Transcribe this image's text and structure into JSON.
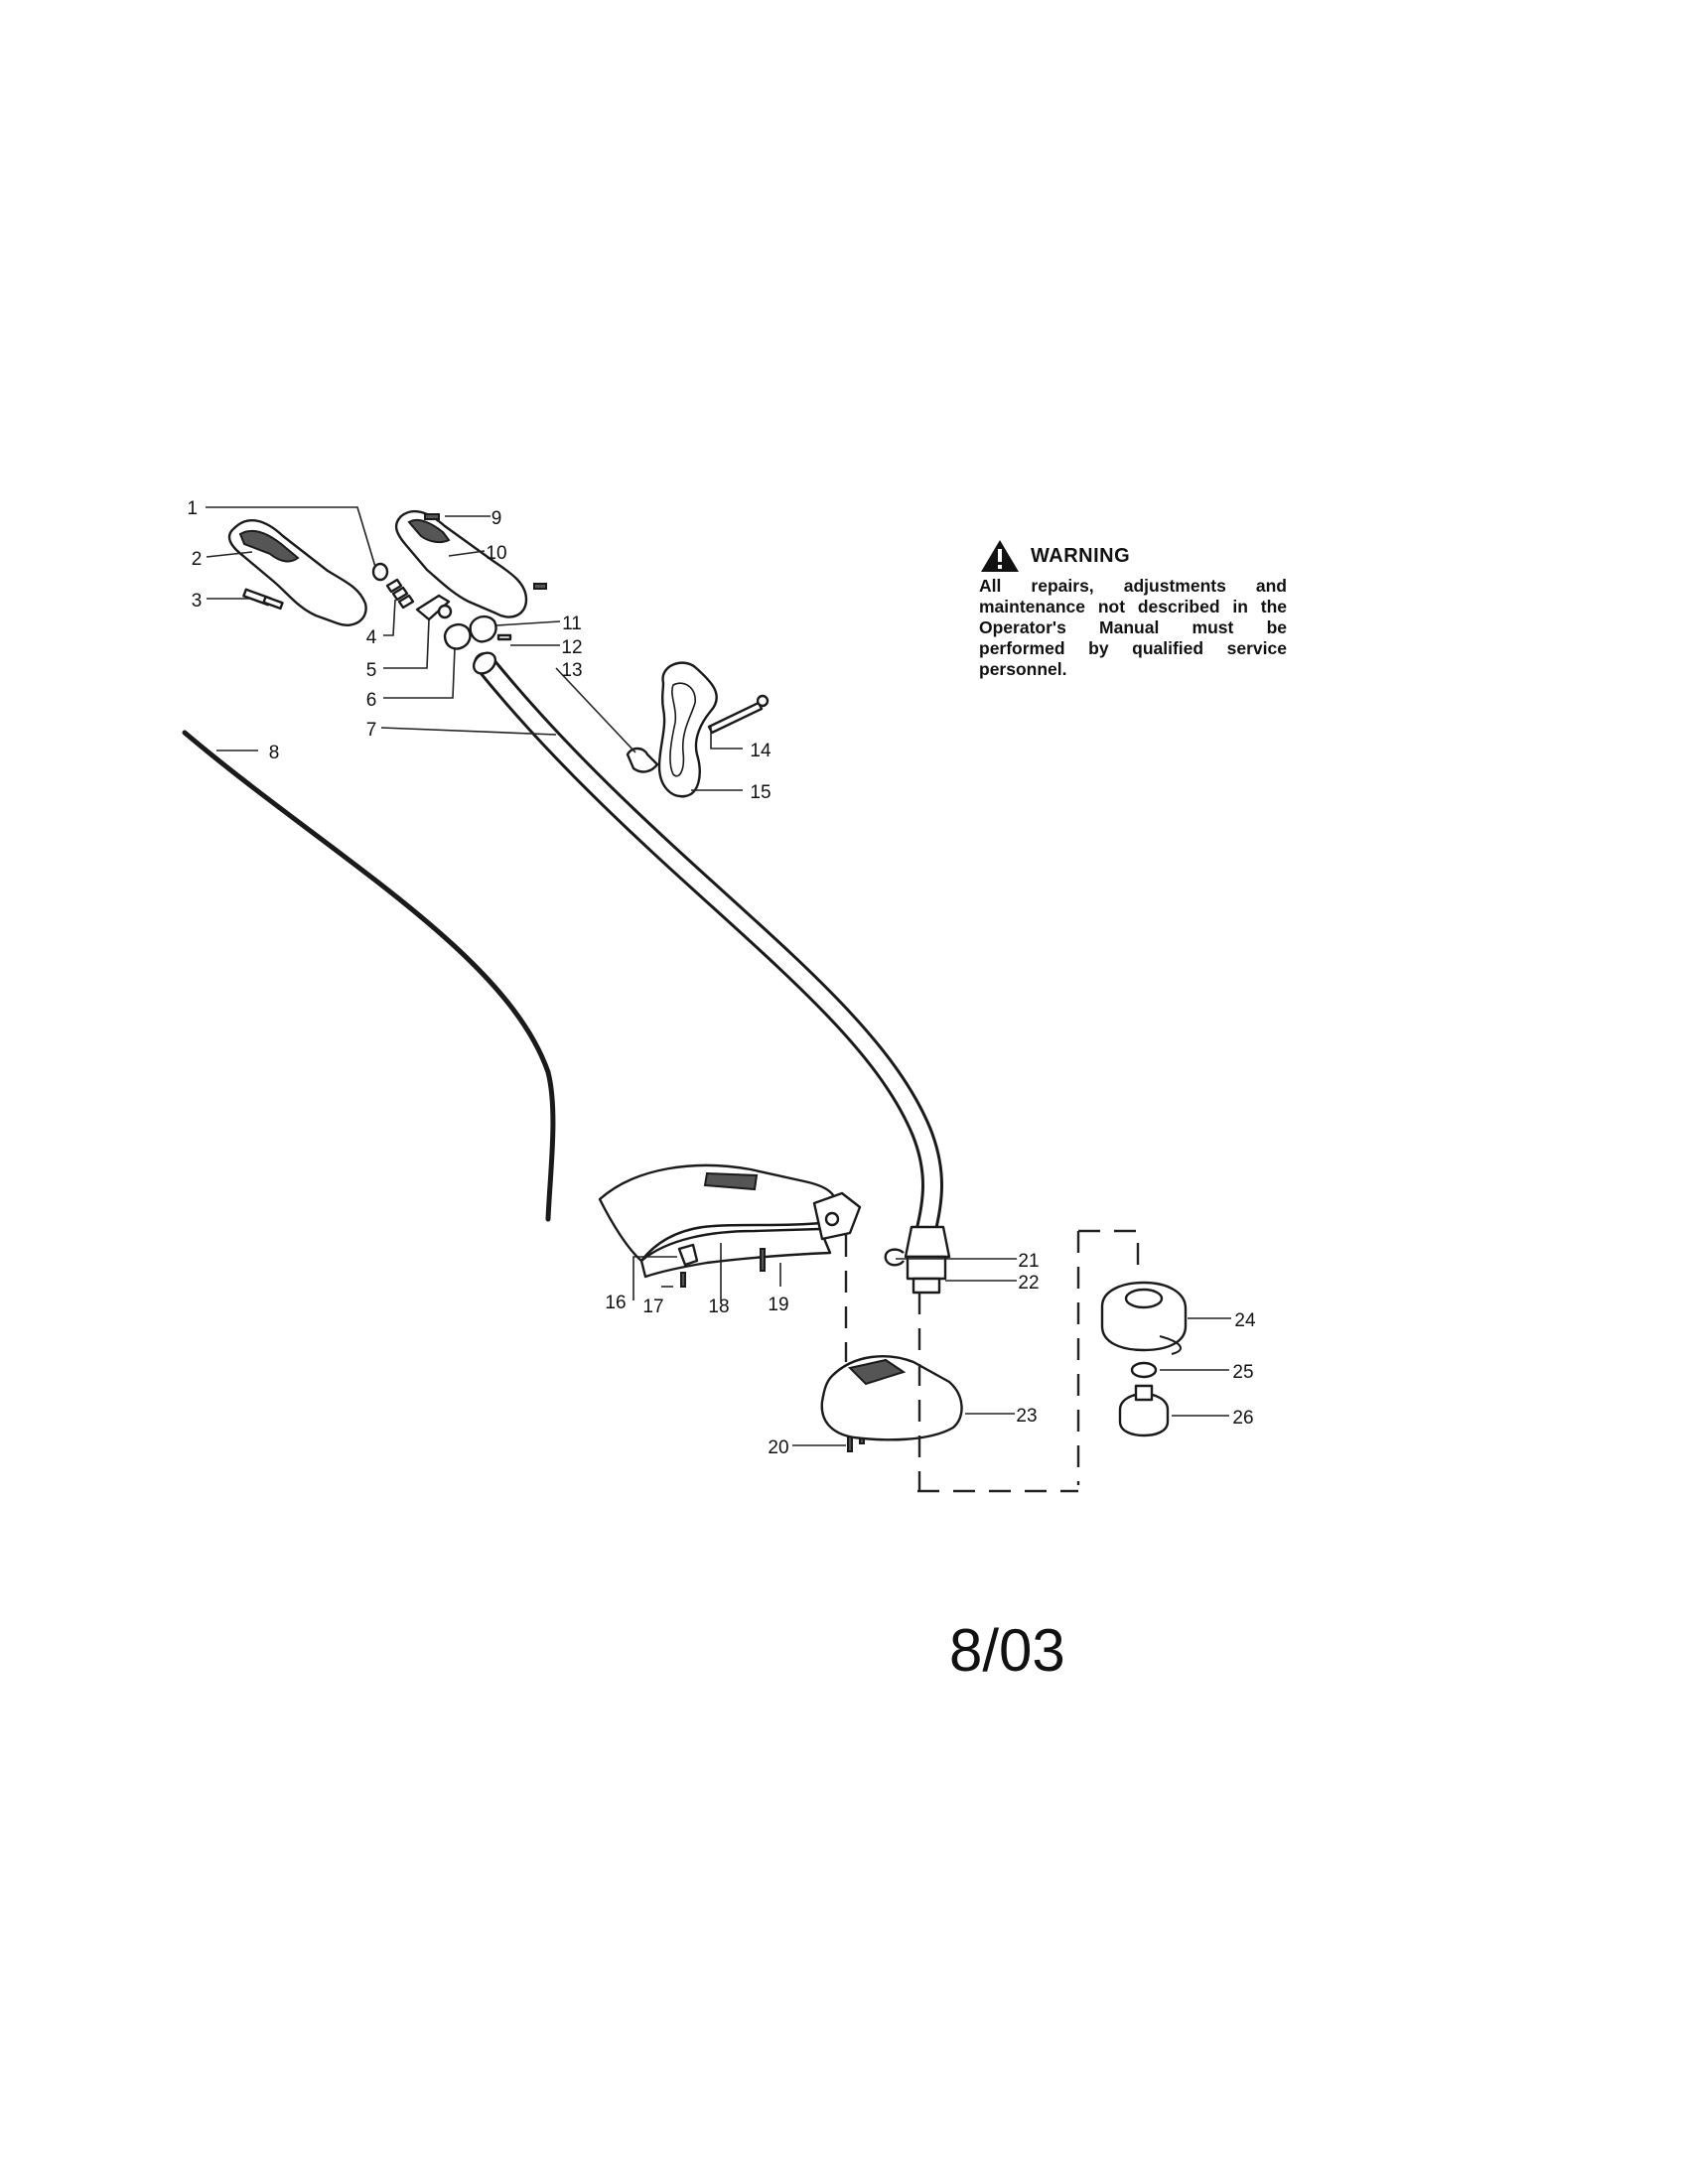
{
  "warning": {
    "title": "WARNING",
    "text": "All repairs, adjustments and maintenance not described in the Operator's Manual must be performed by qualified service personnel.",
    "icon": "warning-triangle-icon"
  },
  "date": "8/03",
  "callouts": [
    "1",
    "2",
    "3",
    "4",
    "5",
    "6",
    "7",
    "8",
    "9",
    "10",
    "11",
    "12",
    "13",
    "14",
    "15",
    "16",
    "17",
    "18",
    "19",
    "20",
    "21",
    "22",
    "23",
    "24",
    "25",
    "26"
  ]
}
